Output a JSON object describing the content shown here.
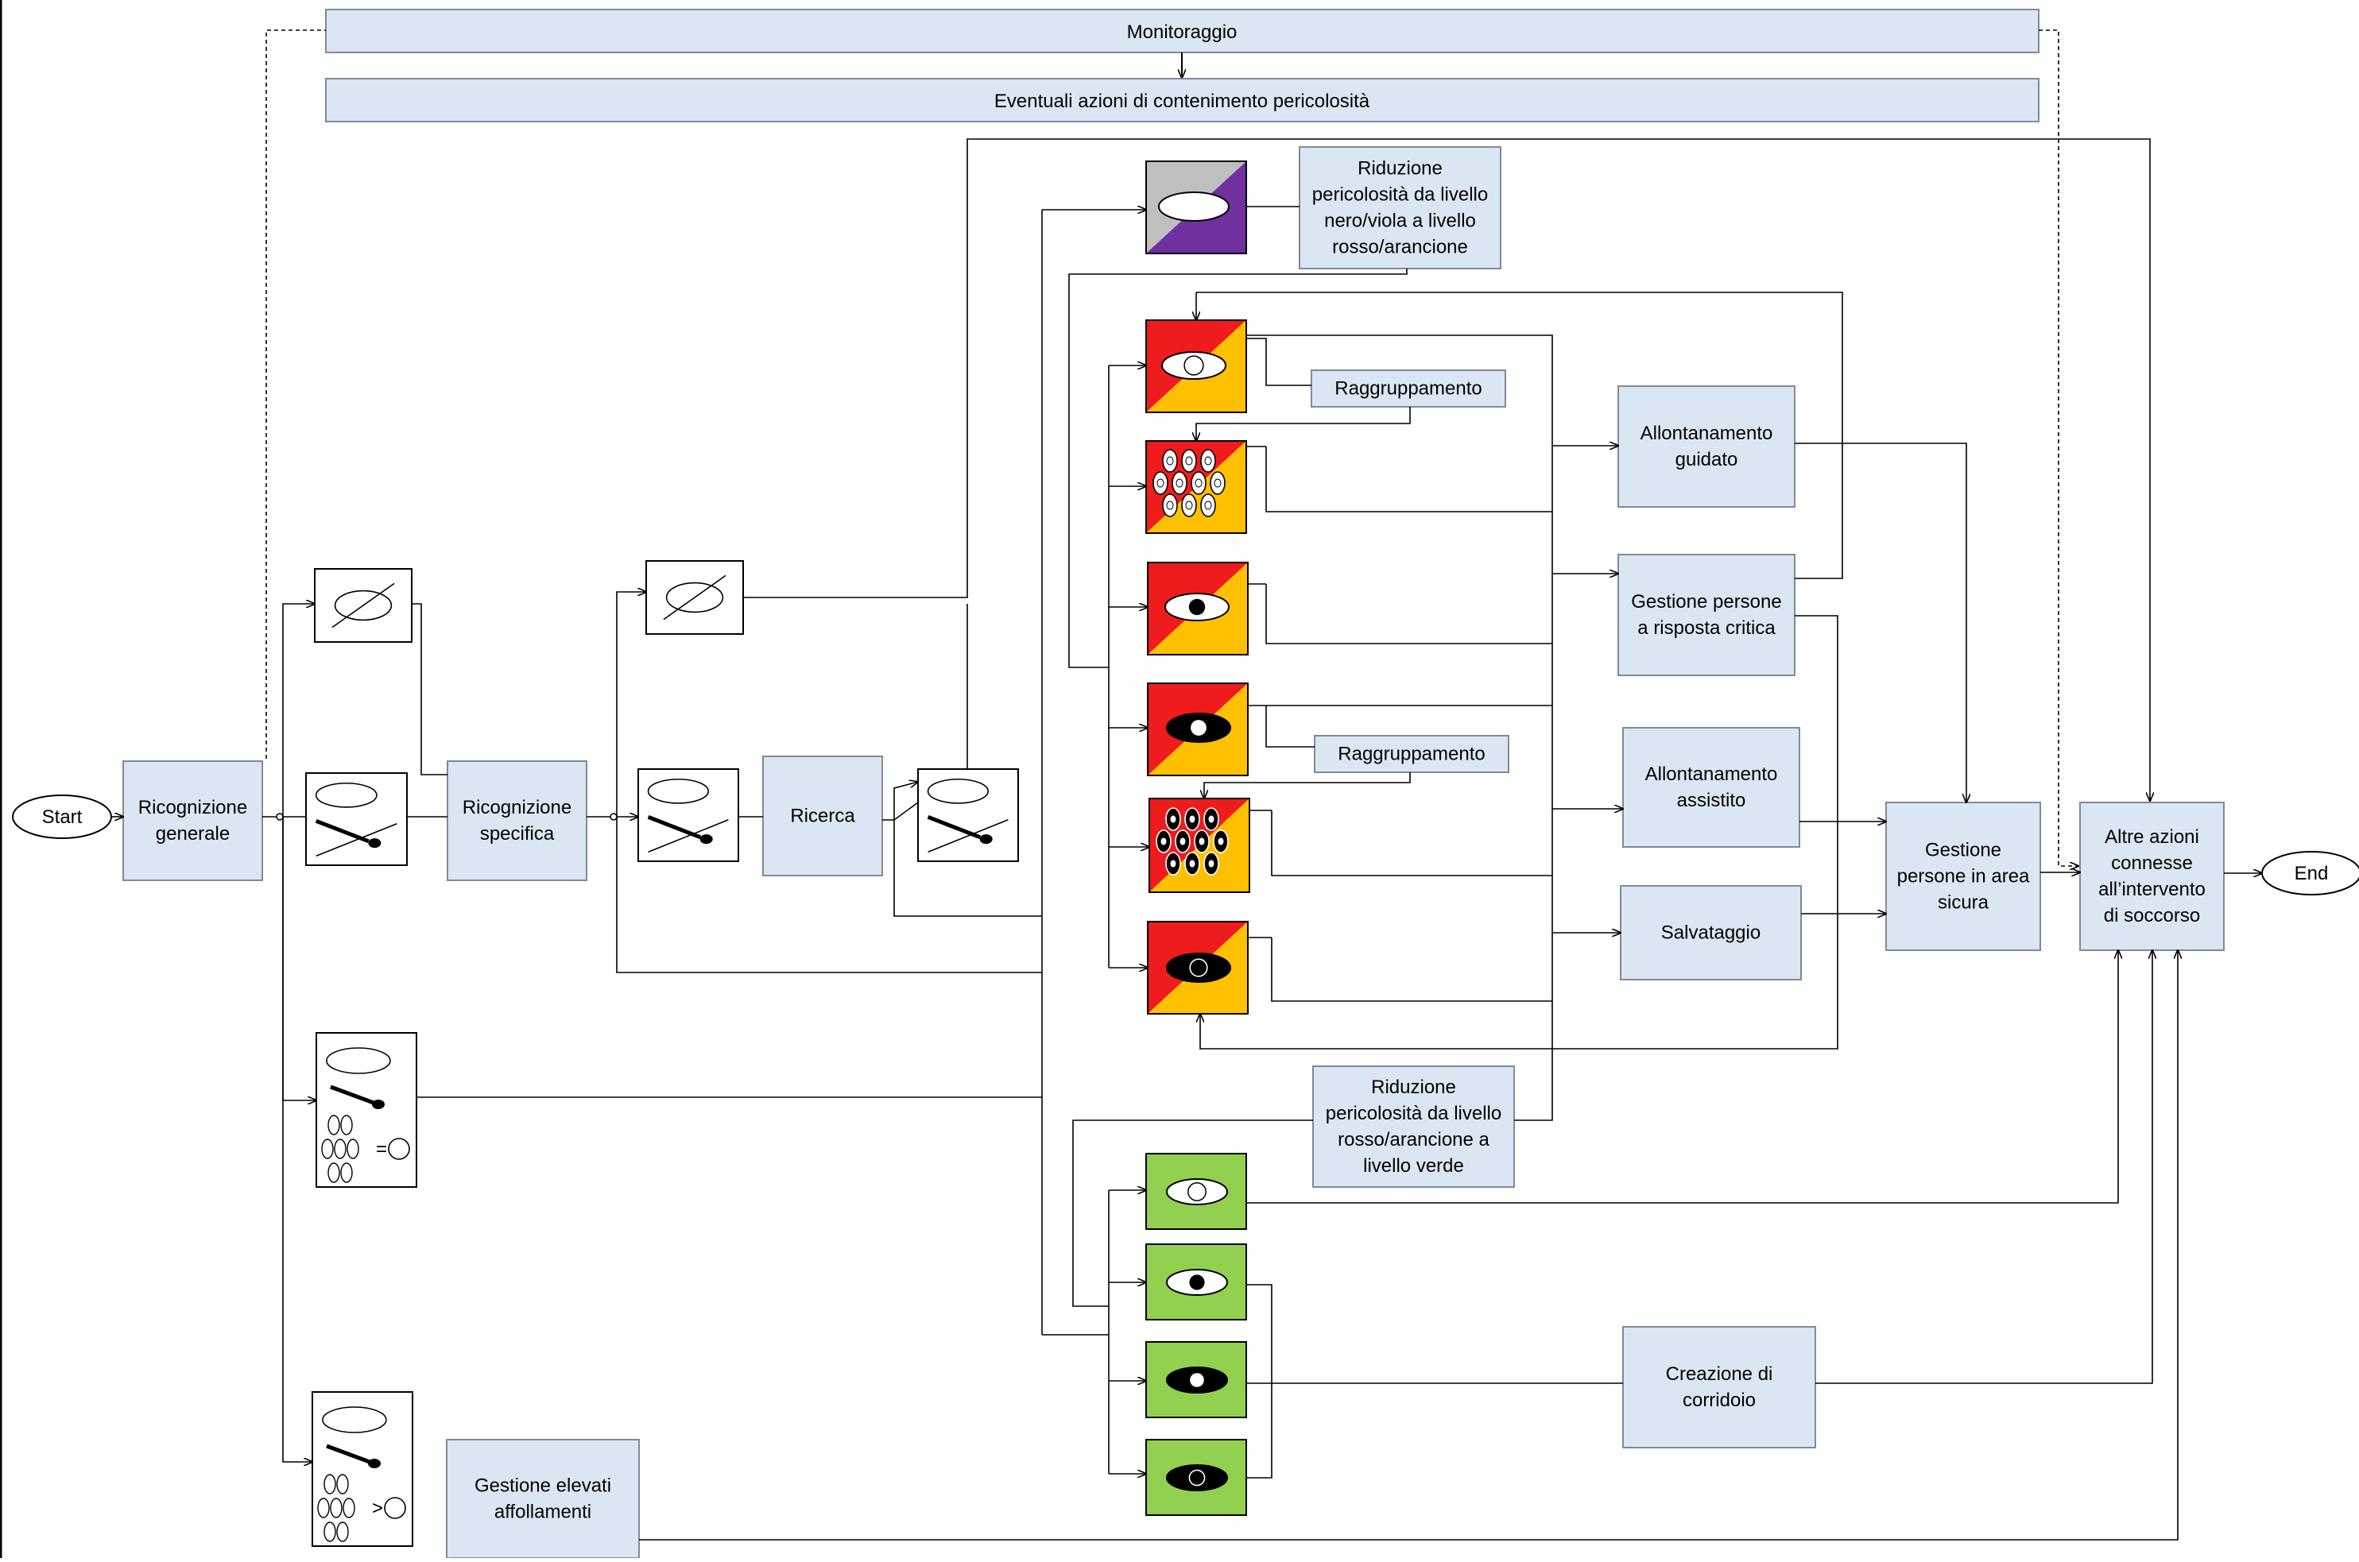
{
  "bars": {
    "monitoring": "Monitoraggio",
    "containment": "Eventuali azioni di contenimento pericolosità"
  },
  "terminals": {
    "start": "Start",
    "end": "End"
  },
  "process": {
    "general_recon": [
      "Ricognizione",
      "generale"
    ],
    "specific_recon": [
      "Ricognizione",
      "specifica"
    ],
    "search": [
      "Ricerca"
    ],
    "reduce_black_purple": [
      "Riduzione",
      "pericolosità da livello",
      "nero/viola a livello",
      "rosso/arancione"
    ],
    "grouping_1": [
      "Raggruppamento"
    ],
    "grouping_2": [
      "Raggruppamento"
    ],
    "guided_removal": [
      "Allontanamento",
      "guidato"
    ],
    "critical_response": [
      "Gestione persone",
      "a risposta critica"
    ],
    "assisted_removal": [
      "Allontanamento",
      "assistito"
    ],
    "rescue": [
      "Salvataggio"
    ],
    "safe_area": [
      "Gestione",
      "persone in area",
      "sicura"
    ],
    "other_actions": [
      "Altre azioni",
      "connesse",
      "all’intervento",
      "di soccorso"
    ],
    "reduce_red_orange": [
      "Riduzione",
      "pericolosità da livello",
      "rosso/arancione a",
      "livello verde"
    ],
    "corridor": [
      "Creazione di",
      "corridoio"
    ],
    "crowd_management": [
      "Gestione elevati",
      "affollamenti"
    ]
  },
  "symbols": {
    "equals": "=",
    "greater": ">"
  },
  "colors": {
    "box_fill": "#dce6f2",
    "box_stroke": "#7f8a99",
    "red": "#ee1c1c",
    "orange": "#ffc000",
    "grey": "#bfbfbf",
    "purple": "#7030a0",
    "green": "#92d050",
    "line": "#000000"
  }
}
